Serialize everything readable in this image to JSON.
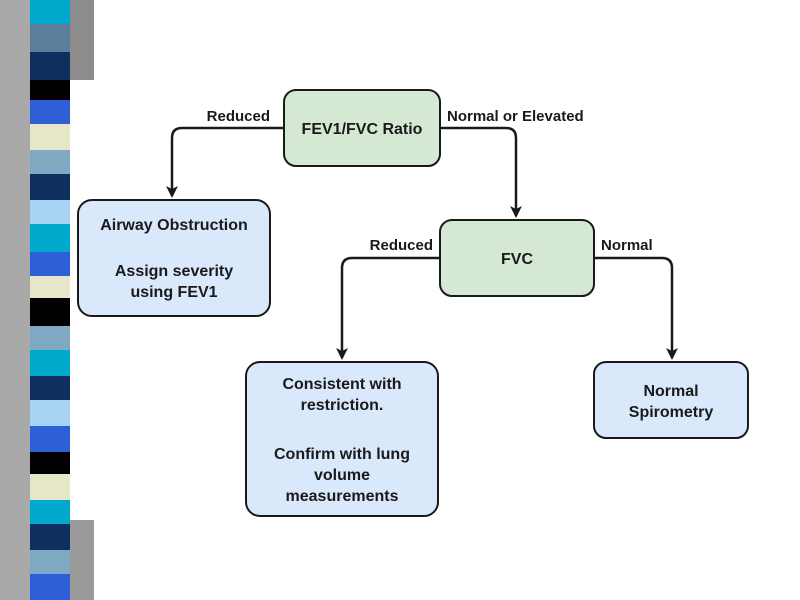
{
  "colors": {
    "decision_fill": "#d5e8d4",
    "outcome_fill": "#dae8fc",
    "stroke": "#1a1a1a"
  },
  "diagram": {
    "nodes": {
      "ratio": {
        "label": "FEV1/FVC Ratio"
      },
      "fvc": {
        "label": "FVC"
      },
      "obstruction": {
        "lines": [
          "Airway Obstruction",
          "",
          "Assign severity",
          "using FEV1"
        ]
      },
      "restriction": {
        "lines": [
          "Consistent with",
          "restriction.",
          "",
          "Confirm with lung",
          "volume",
          "measurements"
        ]
      },
      "normal": {
        "lines": [
          "Normal",
          "Spirometry"
        ]
      }
    },
    "edges": {
      "ratio_reduced": "Reduced",
      "ratio_normal": "Normal or Elevated",
      "fvc_reduced": "Reduced",
      "fvc_normal": "Normal"
    }
  }
}
